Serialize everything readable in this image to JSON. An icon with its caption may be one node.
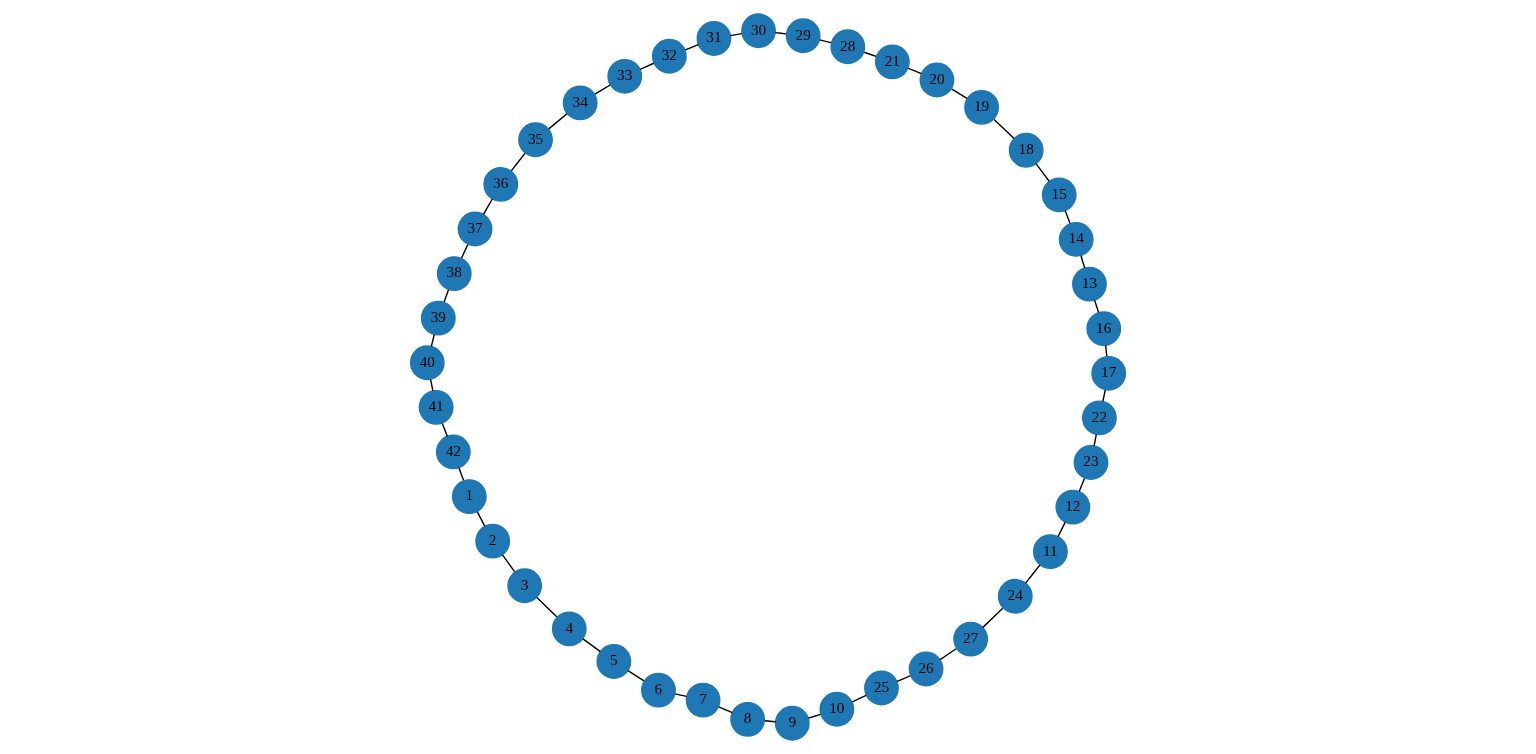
{
  "diagram": {
    "nodes": [
      {
        "text": [
          "1"
        ]
      },
      {
        "text": [
          "2"
        ]
      },
      {
        "text": [
          "3"
        ]
      },
      {
        "text": [
          "4"
        ]
      },
      {
        "text": [
          "5"
        ]
      },
      {
        "text": [
          "6"
        ]
      },
      {
        "text": [
          "7"
        ]
      },
      {
        "text": [
          "8"
        ]
      },
      {
        "text": [
          "9"
        ]
      },
      {
        "text": [
          "10"
        ]
      },
      {
        "text": [
          "11"
        ]
      },
      {
        "text": [
          "12"
        ]
      },
      {
        "text": [
          "13"
        ]
      },
      {
        "text": [
          "14"
        ]
      },
      {
        "text": [
          "15"
        ]
      },
      {
        "text": [
          "16"
        ]
      },
      {
        "text": [
          "17"
        ]
      },
      {
        "text": [
          "18"
        ]
      },
      {
        "text": [
          "19"
        ]
      },
      {
        "text": [
          "20"
        ]
      },
      {
        "text": [
          "21"
        ]
      },
      {
        "text": [
          "22"
        ]
      },
      {
        "text": [
          "23"
        ]
      },
      {
        "text": [
          "24"
        ]
      },
      {
        "text": [
          "25"
        ]
      },
      {
        "text": [
          "26"
        ]
      },
      {
        "text": [
          "27"
        ]
      },
      {
        "text": [
          "28"
        ]
      },
      {
        "text": [
          "29"
        ]
      },
      {
        "text": [
          "30"
        ]
      },
      {
        "text": [
          "31"
        ]
      },
      {
        "text": [
          "32"
        ]
      },
      {
        "text": [
          "33"
        ]
      },
      {
        "text": [
          "34"
        ]
      },
      {
        "text": [
          "35"
        ]
      },
      {
        "text": [
          "36"
        ]
      },
      {
        "text": [
          "37"
        ]
      },
      {
        "text": [
          "38"
        ]
      },
      {
        "text": [
          "39"
        ]
      },
      {
        "text": [
          "40"
        ]
      },
      {
        "text": [
          "41"
        ]
      },
      {
        "text": [
          "42"
        ]
      }
    ],
    "edges": [
      {
        "from": 0,
        "to": 1,
        "arrow": "none"
      },
      {
        "from": 1,
        "to": 2,
        "arrow": "none"
      },
      {
        "from": 2,
        "to": 3,
        "arrow": "none"
      },
      {
        "from": 3,
        "to": 4,
        "arrow": "none"
      },
      {
        "from": 4,
        "to": 5,
        "arrow": "none"
      },
      {
        "from": 5,
        "to": 6,
        "arrow": "none"
      },
      {
        "from": 6,
        "to": 7,
        "arrow": "none"
      },
      {
        "from": 7,
        "to": 8,
        "arrow": "none"
      },
      {
        "from": 8,
        "to": 9,
        "arrow": "none"
      },
      {
        "from": 9,
        "to": 24,
        "arrow": "none"
      },
      {
        "from": 24,
        "to": 25,
        "arrow": "none"
      },
      {
        "from": 25,
        "to": 26,
        "arrow": "none"
      },
      {
        "from": 26,
        "to": 23,
        "arrow": "none"
      },
      {
        "from": 23,
        "to": 10,
        "arrow": "none"
      },
      {
        "from": 10,
        "to": 11,
        "arrow": "none"
      },
      {
        "from": 11,
        "to": 22,
        "arrow": "none"
      },
      {
        "from": 22,
        "to": 21,
        "arrow": "none"
      },
      {
        "from": 21,
        "to": 16,
        "arrow": "none"
      },
      {
        "from": 16,
        "to": 15,
        "arrow": "none"
      },
      {
        "from": 15,
        "to": 12,
        "arrow": "none"
      },
      {
        "from": 12,
        "to": 13,
        "arrow": "none"
      },
      {
        "from": 13,
        "to": 14,
        "arrow": "none"
      },
      {
        "from": 14,
        "to": 17,
        "arrow": "none"
      },
      {
        "from": 17,
        "to": 18,
        "arrow": "none"
      },
      {
        "from": 18,
        "to": 19,
        "arrow": "none"
      },
      {
        "from": 19,
        "to": 20,
        "arrow": "none"
      },
      {
        "from": 20,
        "to": 27,
        "arrow": "none"
      },
      {
        "from": 27,
        "to": 28,
        "arrow": "none"
      },
      {
        "from": 28,
        "to": 29,
        "arrow": "none"
      },
      {
        "from": 29,
        "to": 30,
        "arrow": "none"
      },
      {
        "from": 30,
        "to": 31,
        "arrow": "none"
      },
      {
        "from": 31,
        "to": 32,
        "arrow": "none"
      },
      {
        "from": 32,
        "to": 33,
        "arrow": "none"
      },
      {
        "from": 33,
        "to": 34,
        "arrow": "none"
      },
      {
        "from": 34,
        "to": 35,
        "arrow": "none"
      },
      {
        "from": 35,
        "to": 36,
        "arrow": "none"
      },
      {
        "from": 36,
        "to": 37,
        "arrow": "none"
      },
      {
        "from": 37,
        "to": 38,
        "arrow": "none"
      },
      {
        "from": 38,
        "to": 39,
        "arrow": "none"
      },
      {
        "from": 39,
        "to": 40,
        "arrow": "none"
      },
      {
        "from": 40,
        "to": 41,
        "arrow": "none"
      },
      {
        "from": 41,
        "to": 0,
        "arrow": "none"
      }
    ]
  }
}
